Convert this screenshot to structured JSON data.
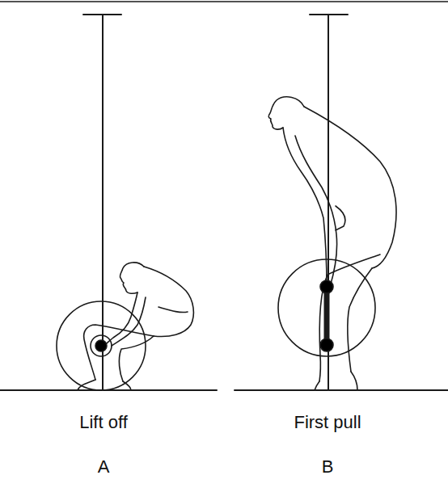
{
  "diagram": {
    "labels": [
      "Lift off",
      "A",
      "First pull",
      "B"
    ]
  }
}
